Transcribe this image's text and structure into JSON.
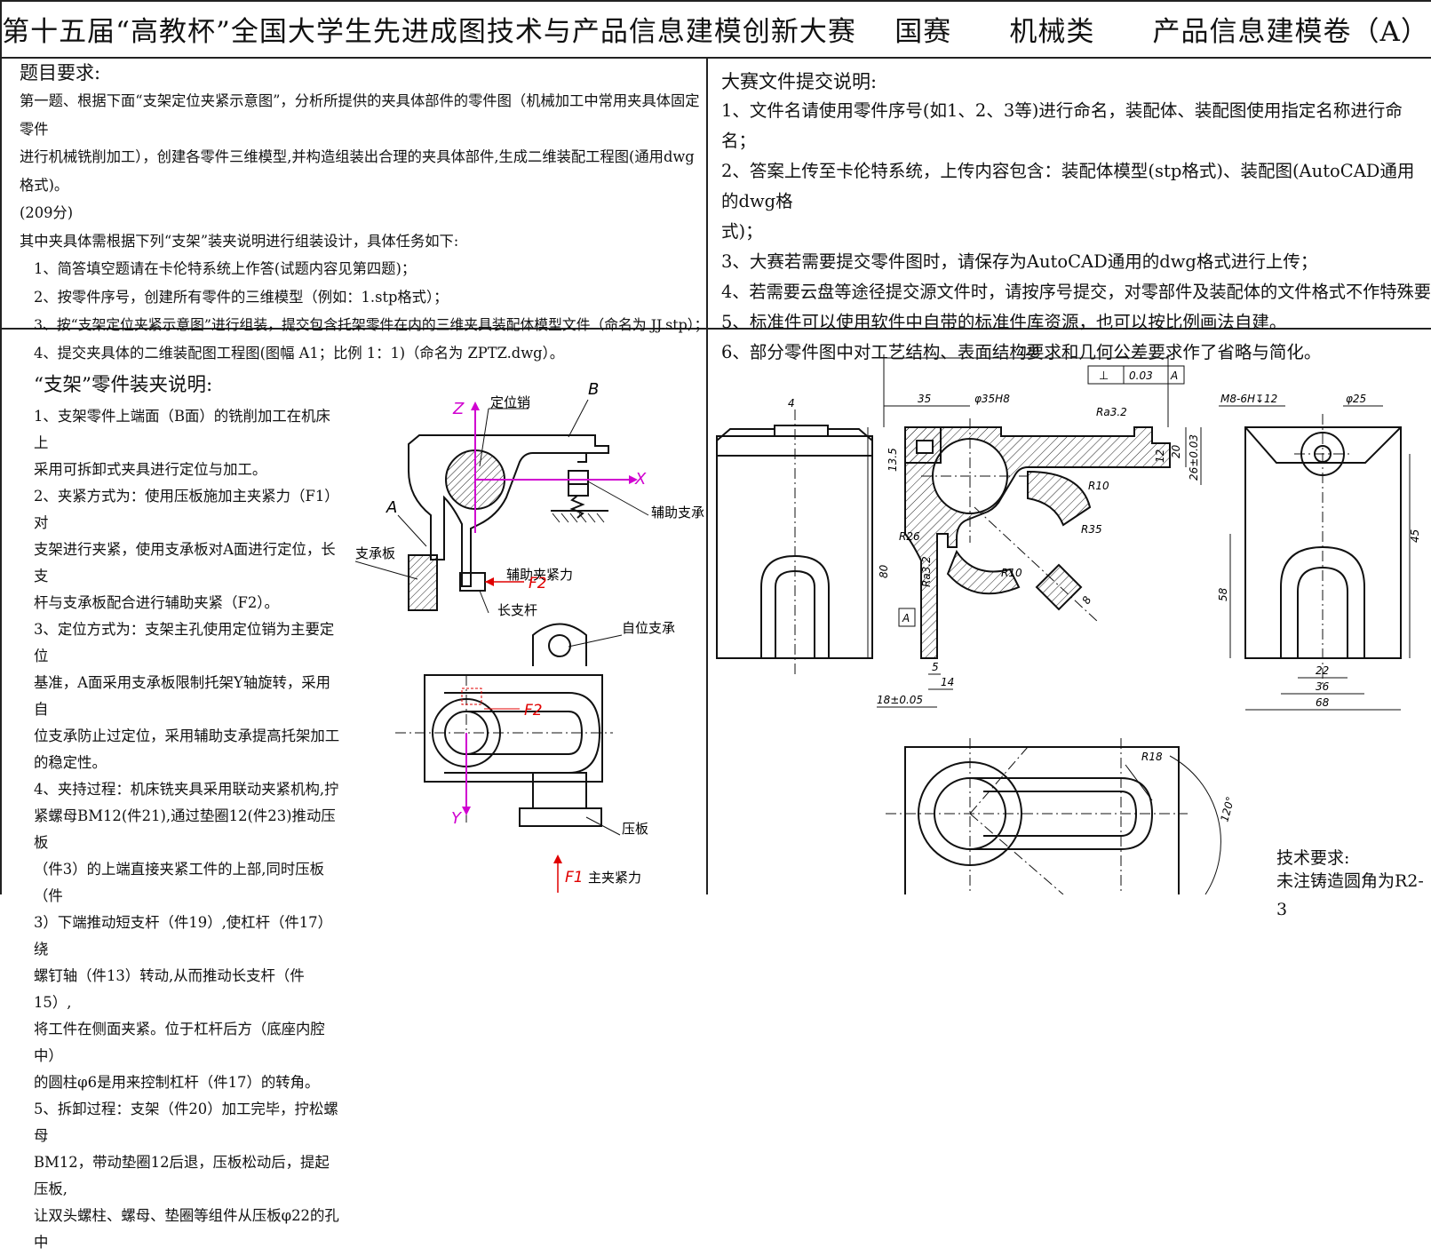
{
  "header": {
    "title": "第十五届“高教杯”全国大学生先进成图技术与产品信息建模创新大赛    国赛      机械类      产品信息建模卷（A）"
  },
  "requirements": {
    "heading": "题目要求:",
    "lines": [
      "第一题、根据下面“支架定位夹紧示意图”，分析所提供的夹具体部件的零件图（机械加工中常用夹具体固定零件",
      "进行机械铣削加工），创建各零件三维模型,并构造组装出合理的夹具体部件,生成二维装配工程图(通用dwg格式)。",
      "(209分)",
      "其中夹具体需根据下列“支架”装夹说明进行组装设计，具体任务如下:"
    ],
    "tasks": [
      "1、简答填空题请在卡伦特系统上作答(试题内容见第四题)；",
      "2、按零件序号，创建所有零件的三维模型（例如：1.stp格式）；",
      "3、按“支架定位夹紧示意图”进行组装，提交包含托架零件在内的三维夹具装配体模型文件（命名为 JJ.stp）；",
      "4、提交夹具体的二维装配图工程图(图幅 A1；比例 1：1)（命名为 ZPTZ.dwg）。"
    ]
  },
  "submission": {
    "heading": "大赛文件提交说明:",
    "lines": [
      "1、文件名请使用零件序号(如1、2、3等)进行命名，装配体、装配图使用指定名称进行命名；",
      "2、答案上传至卡伦特系统，上传内容包含：装配体模型(stp格式)、装配图(AutoCAD通用的dwg格",
      "式)；",
      "3、大赛若需要提交零件图时，请保存为AutoCAD通用的dwg格式进行上传；",
      "4、若需要云盘等途径提交源文件时，请按序号提交，对零部件及装配体的文件格式不作特殊要求。",
      "5、标准件可以使用软件中自带的标准件库资源，也可以按比例画法自建。",
      "6、部分零件图中对工艺结构、表面结构要求和几何公差要求作了省略与简化。"
    ]
  },
  "clamping": {
    "heading": "“支架”零件装夹说明:",
    "lines": [
      "1、支架零件上端面（B面）的铣削加工在机床上",
      "采用可拆卸式夹具进行定位与加工。",
      "2、夹紧方式为：使用压板施加主夹紧力（F1）对",
      "支架进行夹紧，使用支承板对A面进行定位，长支",
      "杆与支承板配合进行辅助夹紧（F2）。",
      "3、定位方式为：支架主孔使用定位销为主要定位",
      "基准，A面采用支承板限制托架Y轴旋转，采用自",
      "位支承防止过定位，采用辅助支承提高托架加工",
      "的稳定性。",
      "4、夹持过程：机床铣夹具采用联动夹紧机构,拧",
      "紧螺母BM12(件21),通过垫圈12(件23)推动压板",
      "（件3）的上端直接夹紧工件的上部,同时压板（件",
      "3）下端推动短支杆（件19）,使杠杆（件17）绕",
      "螺钉轴（件13）转动,从而推动长支杆（件15）,",
      "将工件在侧面夹紧。位于杠杆后方（底座内腔中）",
      "的圆柱φ6是用来控制杠杆（件17）的转角。",
      "5、拆卸过程：支架（件20）加工完毕，拧松螺母",
      "BM12，带动垫圈12后退，压板松动后，提起压板,",
      "让双头螺柱、螺母、垫圈等组件从压板φ22的孔中"
    ]
  },
  "schematic": {
    "labels": {
      "locating_pin": "定位销",
      "face_b": "B",
      "face_a": "A",
      "axis_z": "Z",
      "axis_x": "X",
      "axis_y": "Y",
      "aux_support": "辅助支承",
      "support_plate": "支承板",
      "aux_clamp_force": "辅助夹紧力",
      "f2_top": "F2",
      "f2_plan": "F2",
      "long_rod": "长支杆",
      "self_support": "自位支承",
      "pressure_plate": "压板",
      "f1": "F1",
      "main_clamp_force": "主夹紧力"
    }
  },
  "part_drawing": {
    "dims": {
      "d120": "120",
      "d35": "35",
      "d4": "4",
      "phi35h8": "φ35H8",
      "ra32_top": "Ra3.2",
      "ra32_side": "Ra3.2",
      "tol_value": "0.03",
      "tol_datum": "A",
      "datum_a": "A",
      "d135": "13.5",
      "d20": "20",
      "d12": "12",
      "d26": "26±0.03",
      "r10a": "R10",
      "r10b": "R10",
      "r26": "R26",
      "r35": "R35",
      "d80": "80",
      "d8": "8",
      "d5": "5",
      "d14": "14",
      "d18": "18±0.05",
      "m8": "M8-6H↧12",
      "phi25": "φ25",
      "d45": "45",
      "d58": "58",
      "d22": "22",
      "d36": "36",
      "d68": "68",
      "r18": "R18",
      "a120": "120°"
    }
  },
  "tech_req": {
    "heading": "技术要求:",
    "line1": "未注铸造圆角为R2-3"
  }
}
